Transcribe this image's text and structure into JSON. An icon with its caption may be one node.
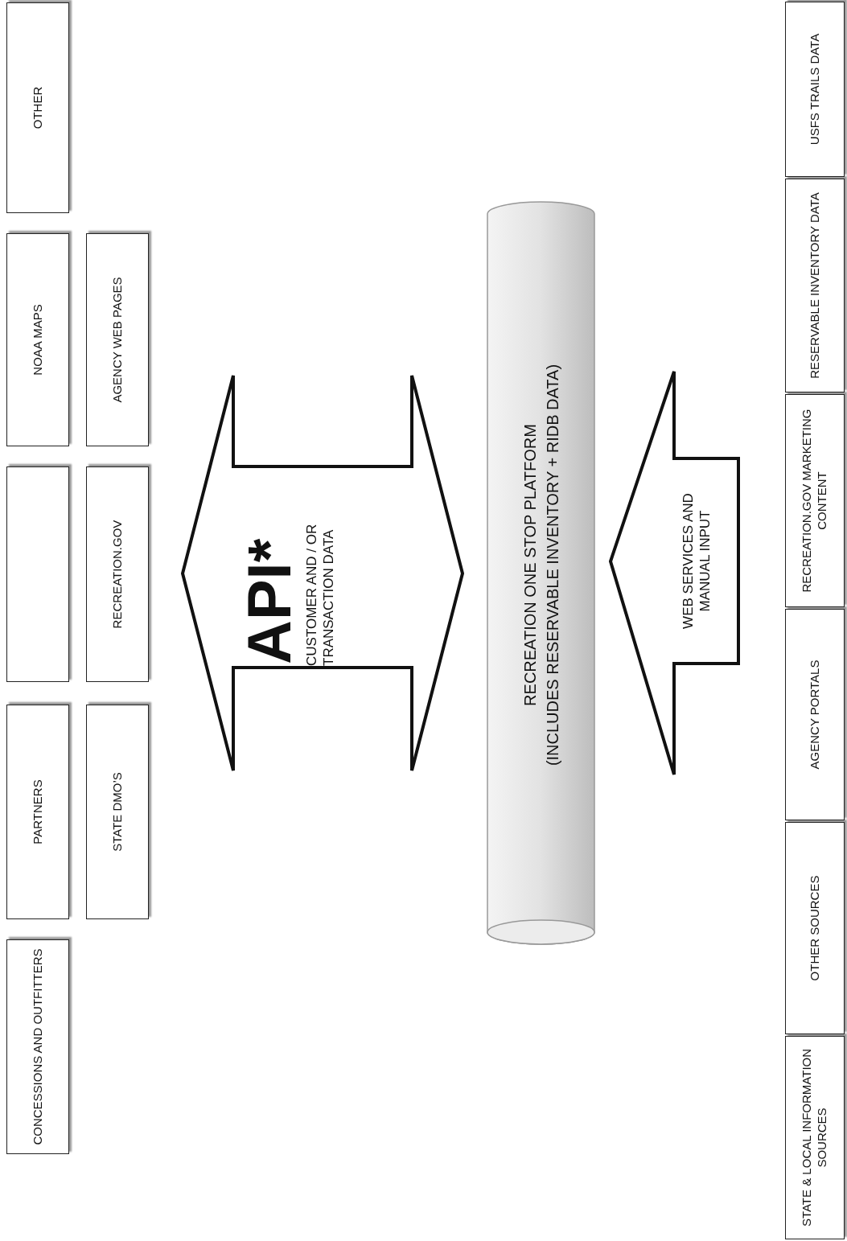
{
  "diagram": {
    "nodes": [
      {
        "text": [
          "CONCESSIONS AND OUTFITTERS"
        ]
      },
      {
        "text": [
          "PARTNERS"
        ]
      },
      {
        "text": [],
        "shape": "box"
      },
      {
        "text": [
          "NOAA MAPS"
        ]
      },
      {
        "text": [
          "OTHER"
        ]
      },
      {
        "text": [
          "STATE DMO’S"
        ]
      },
      {
        "text": [
          "RECREATION.GOV"
        ]
      },
      {
        "text": [
          "AGENCY WEB PAGES"
        ]
      },
      {
        "text": [
          "RECREATION ONE STOP PLATFORM",
          "(INCLUDES RESERVABLE INVENTORY + RIDB DATA)"
        ]
      },
      {
        "text": [
          "STATE & LOCAL INFORMATION SOURCES"
        ]
      },
      {
        "text": [
          "OTHER SOURCES"
        ]
      },
      {
        "text": [
          "AGENCY PORTALS"
        ]
      },
      {
        "text": [
          "RECREATION.GOV MARKETING CONTENT"
        ]
      },
      {
        "text": [
          "RESERVABLE INVENTORY DATA"
        ]
      },
      {
        "text": [
          "USFS TRAILS DATA"
        ]
      }
    ],
    "edges": [
      {
        "from": null,
        "to": 8,
        "arrow": "both",
        "label": "API*"
      },
      {
        "from": null,
        "to": 8,
        "arrow": "to",
        "label": "WEB SERVICES AND MANUAL INPUT"
      }
    ],
    "labels": [
      "CUSTOMER AND / OR TRANSACTION DATA"
    ]
  }
}
